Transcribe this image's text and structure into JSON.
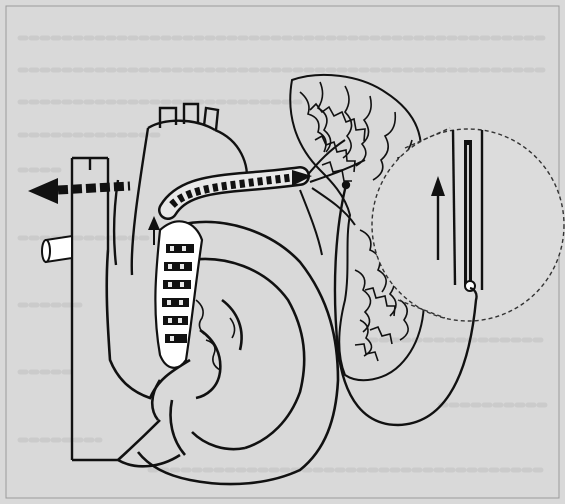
{
  "figure": {
    "background_color": "#d9d9d9",
    "ink_color": "#111111",
    "paper_noise_color": "#c4c4c4",
    "elements": [
      "heart-outline",
      "aorta",
      "vena-cava",
      "pulmonary-artery-with-flow-pattern",
      "lung-tissue",
      "catheter-wire",
      "magnified-inset-circle",
      "blood-flow-arrow-icon",
      "up-arrow-icon"
    ]
  }
}
